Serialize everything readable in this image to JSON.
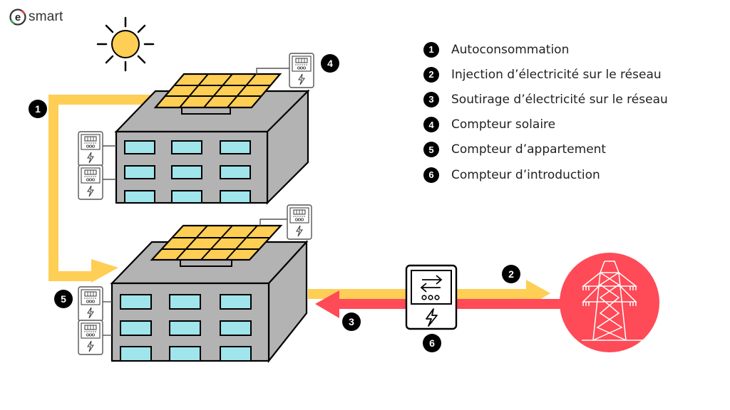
{
  "brand": {
    "logo_letter": "e",
    "name": "smart"
  },
  "colors": {
    "solar_yellow": "#FFCE55",
    "grid_red": "#FF4A57",
    "building_gray": "#B3B3B3",
    "window_blue": "#A0E4EC",
    "outline": "#000000"
  },
  "legend": [
    {
      "number": "1",
      "label": "Autoconsommation"
    },
    {
      "number": "2",
      "label": "Injection d’électricité sur le réseau"
    },
    {
      "number": "3",
      "label": "Soutirage d’électricité sur le réseau"
    },
    {
      "number": "4",
      "label": "Compteur solaire"
    },
    {
      "number": "5",
      "label": "Compteur d’appartement"
    },
    {
      "number": "6",
      "label": "Compteur d’introduction"
    }
  ],
  "diagram": {
    "markers": {
      "self_consumption": "1",
      "injection": "2",
      "withdrawal": "3",
      "solar_meter": "4",
      "apartment_meter": "5",
      "intro_meter": "6"
    },
    "icons": [
      "sun-icon",
      "solar-panel-icon",
      "building-icon",
      "electricity-meter-icon",
      "bidirectional-meter-icon",
      "power-pylon-icon"
    ]
  }
}
